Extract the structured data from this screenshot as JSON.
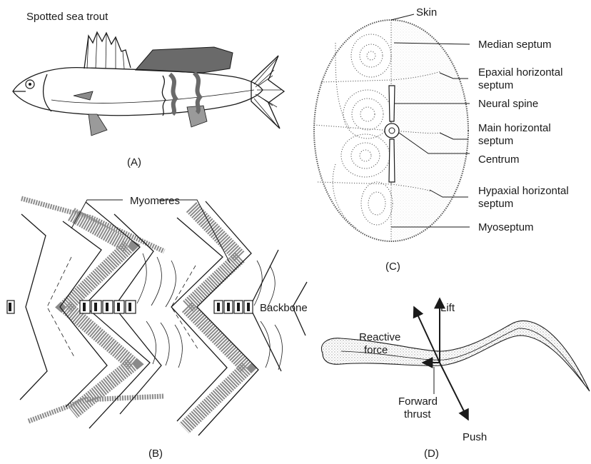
{
  "panels": {
    "a": {
      "caption": "(A)",
      "title": "Spotted sea trout"
    },
    "b": {
      "caption": "(B)",
      "labels": {
        "myomeres": "Myomeres",
        "backbone": "Backbone"
      }
    },
    "c": {
      "caption": "(C)",
      "labels": {
        "skin": "Skin",
        "median_septum": "Median septum",
        "epaxial_1": "Epaxial horizontal",
        "epaxial_2": "septum",
        "neural_spine": "Neural spine",
        "main_1": "Main horizontal",
        "main_2": "septum",
        "centrum": "Centrum",
        "hypaxial_1": "Hypaxial horizontal",
        "hypaxial_2": "septum",
        "myoseptum": "Myoseptum"
      }
    },
    "d": {
      "caption": "(D)",
      "labels": {
        "lift": "Lift",
        "reactive_1": "Reactive",
        "reactive_2": "force",
        "forward_1": "Forward",
        "forward_2": "thrust",
        "push": "Push"
      }
    }
  }
}
